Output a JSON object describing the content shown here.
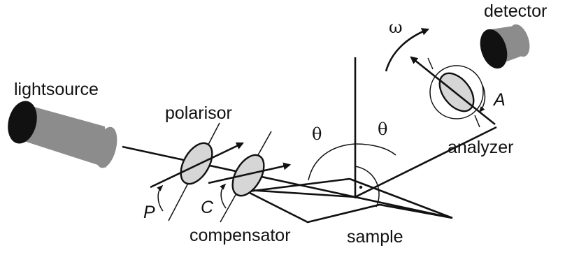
{
  "labels": {
    "lightsource": "lightsource",
    "polarisor": "polarisor",
    "compensator": "compensator",
    "sample": "sample",
    "analyzer": "analyzer",
    "detector": "detector",
    "P": "P",
    "C": "C",
    "A": "A",
    "theta_left": "θ",
    "theta_right": "θ",
    "omega": "ω"
  },
  "colors": {
    "stroke": "#111111",
    "cylinder_body": "#8c8c8c",
    "element_fill": "#d6d6d6",
    "end_cap": "#111111"
  }
}
